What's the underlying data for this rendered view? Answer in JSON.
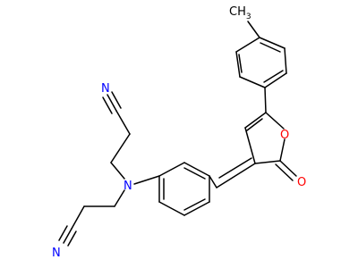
{
  "molecule": {
    "atoms": {
      "ch3": "CH",
      "ch3_subscript": "3",
      "ring_oxygen": "O",
      "carbonyl_oxygen": "O",
      "amine_nitrogen": "N",
      "nitrile_nitrogen_top": "N",
      "nitrile_nitrogen_bottom": "N"
    },
    "colors": {
      "bond": "#000000",
      "oxygen": "#ff0000",
      "nitrogen": "#0000ff"
    }
  }
}
